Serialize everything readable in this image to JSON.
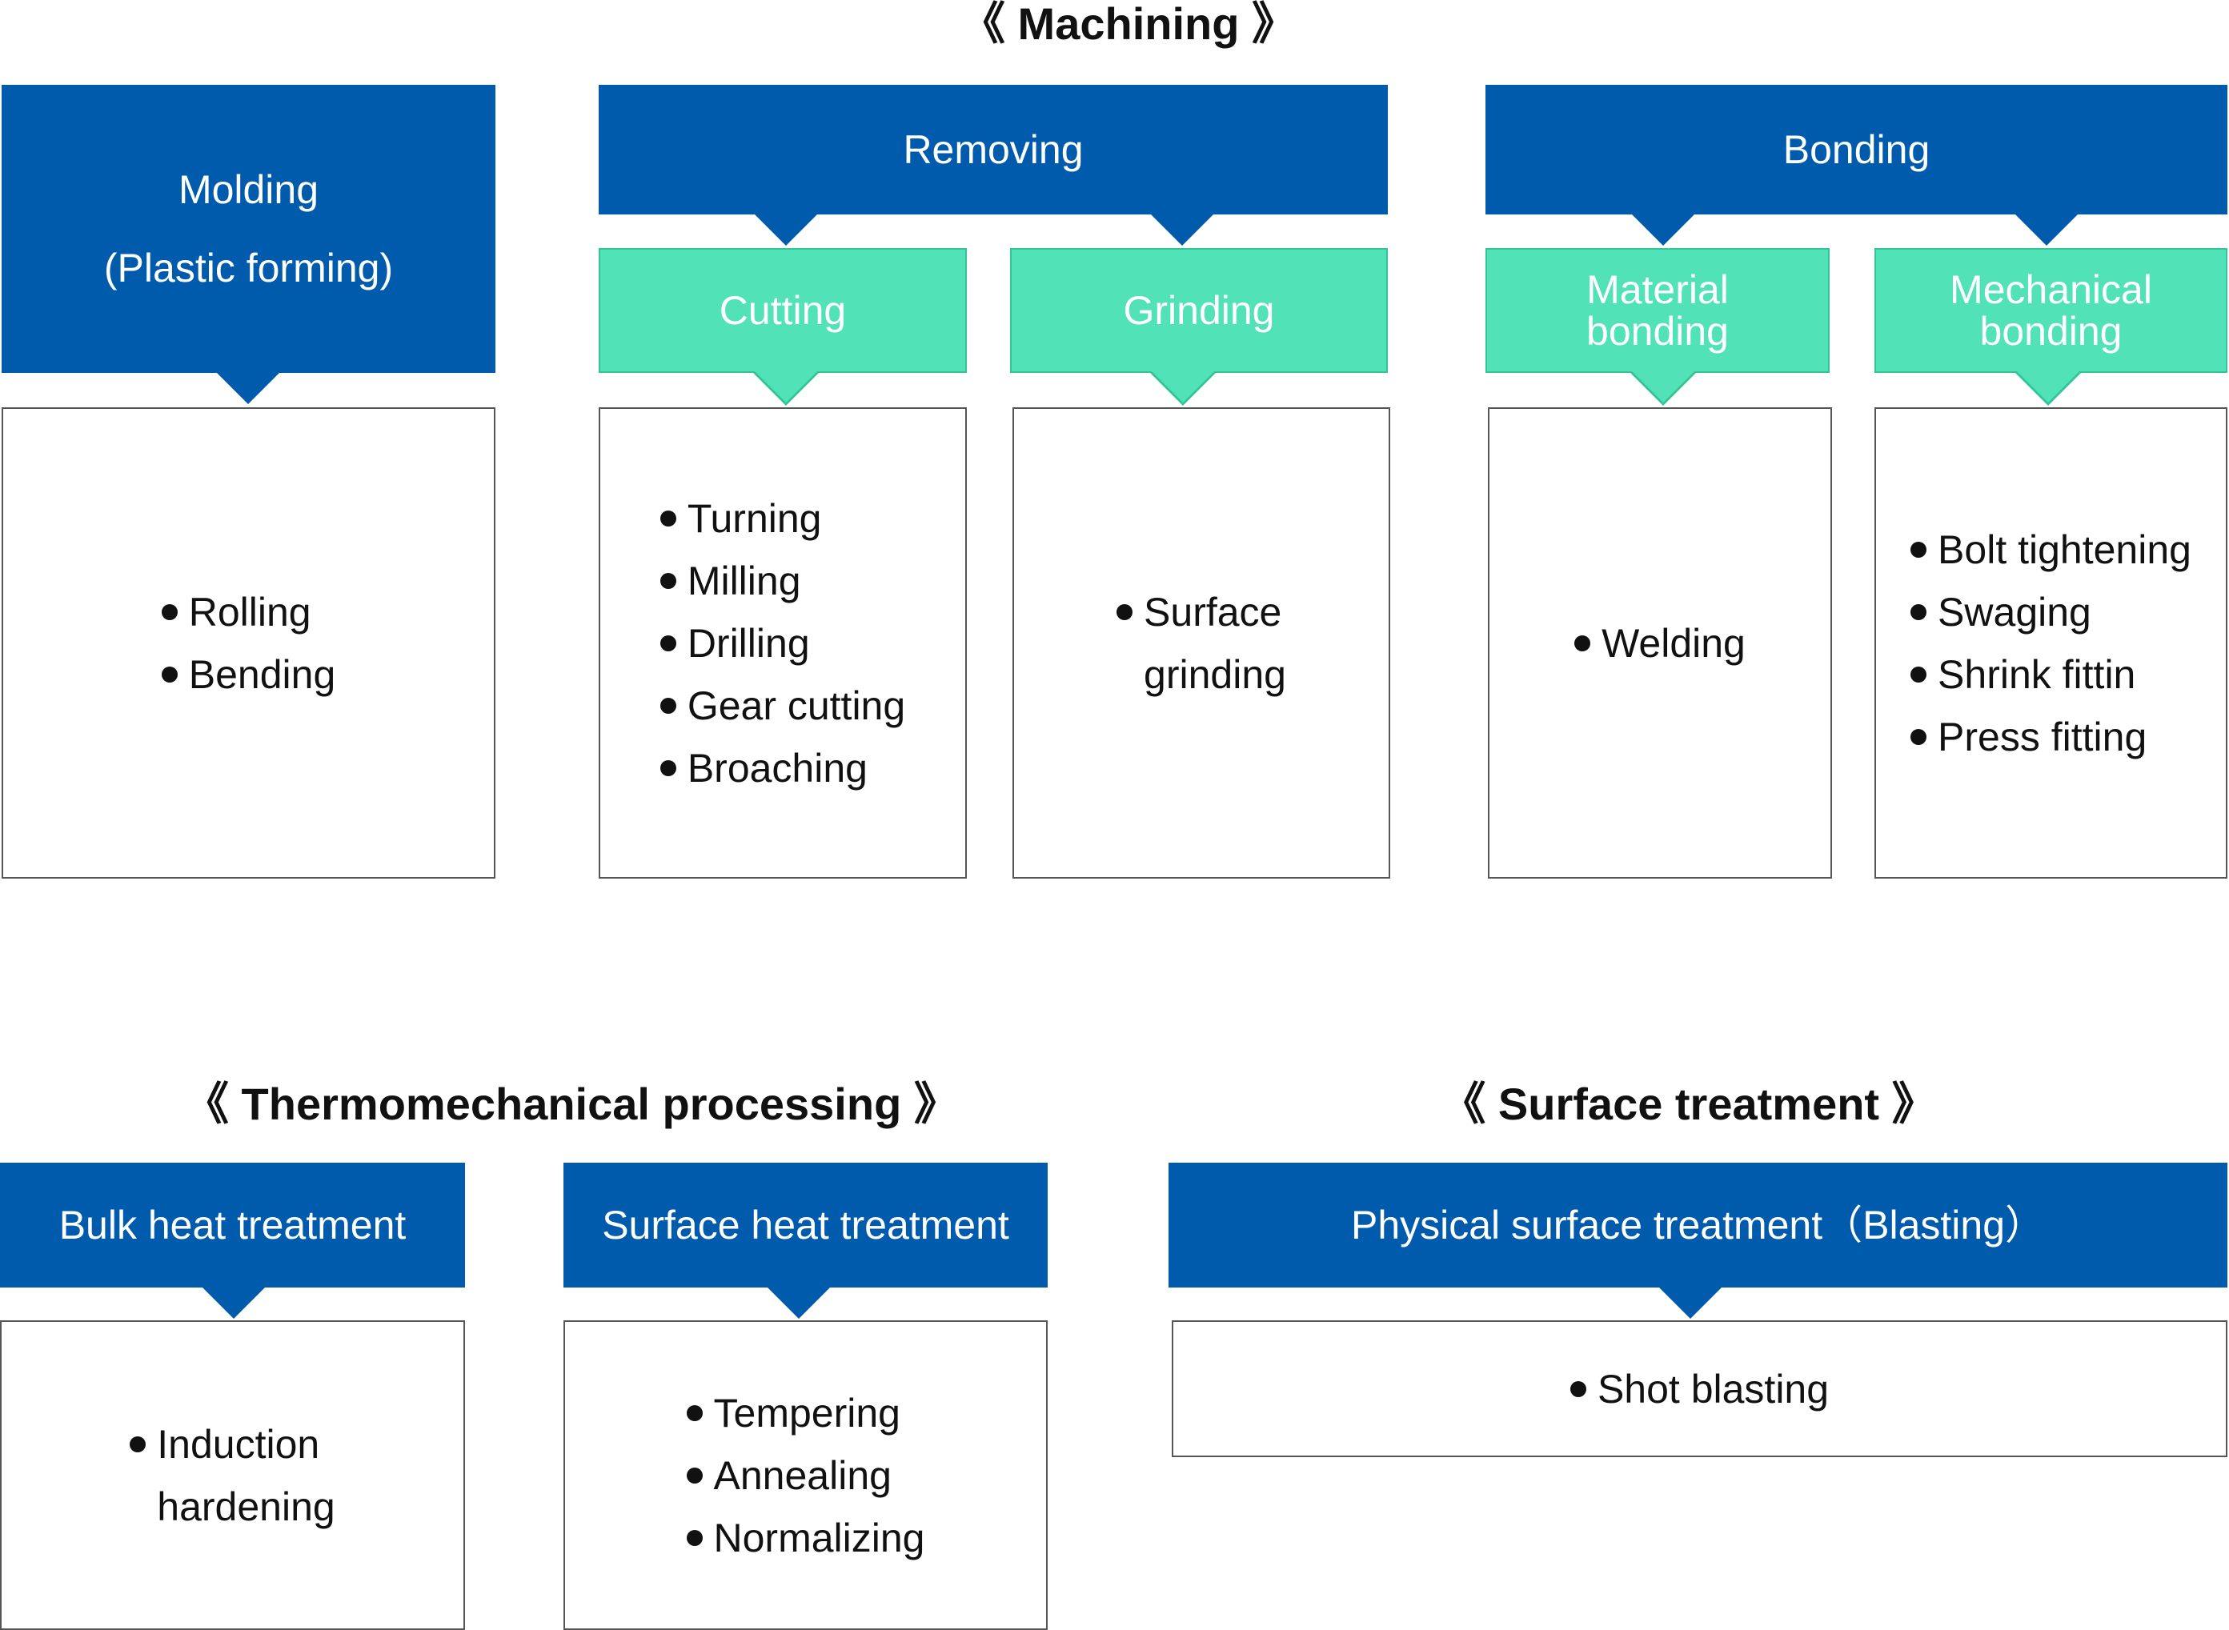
{
  "titles": {
    "machining": "《 Machining 》",
    "thermo": "《 Thermomechanical processing 》",
    "surface": "《 Surface treatment 》"
  },
  "machining": {
    "molding": {
      "label_line1": "Molding",
      "label_line2": "(Plastic forming)",
      "items": [
        "Rolling",
        "Bending"
      ]
    },
    "removing": {
      "label": "Removing",
      "cutting": {
        "label": "Cutting",
        "items": [
          "Turning",
          "Milling",
          "Drilling",
          "Gear cutting",
          "Broaching"
        ]
      },
      "grinding": {
        "label": "Grinding",
        "item_line1": "Surface",
        "item_line2": "grinding"
      }
    },
    "bonding": {
      "label": "Bonding",
      "material": {
        "label_line1": "Material",
        "label_line2": "bonding",
        "items": [
          "Welding"
        ]
      },
      "mechanical": {
        "label_line1": "Mechanical",
        "label_line2": "bonding",
        "items": [
          "Bolt tightening",
          "Swaging",
          "Shrink fittin",
          "Press fitting"
        ]
      }
    }
  },
  "thermo": {
    "bulk": {
      "label": "Bulk heat treatment",
      "item_line1": "Induction",
      "item_line2": "hardening"
    },
    "surface_heat": {
      "label": "Surface heat treatment",
      "items": [
        "Tempering",
        "Annealing",
        "Normalizing"
      ]
    }
  },
  "surface": {
    "physical": {
      "label": "Physical surface treatment（Blasting）",
      "items": [
        "Shot blasting"
      ]
    }
  },
  "colors": {
    "header_blue": "#005BAC",
    "sub_green": "#51E2B7",
    "box_border": "#555555"
  }
}
